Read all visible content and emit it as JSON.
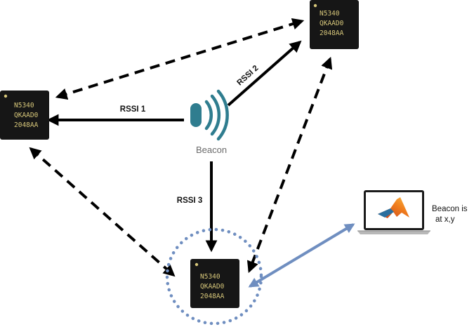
{
  "chips": [
    {
      "id": "chip-left",
      "lines": [
        "N5340",
        "QKAAD0",
        "2048AA"
      ]
    },
    {
      "id": "chip-top",
      "lines": [
        "N5340",
        "QKAAD0",
        "2048AA"
      ]
    },
    {
      "id": "chip-bottom",
      "lines": [
        "N5340",
        "QKAAD0",
        "2048AA"
      ]
    }
  ],
  "beacon": {
    "label": "Beacon",
    "icon": "bluetooth-beacon-icon",
    "color": "#2f7d8f"
  },
  "rssi_labels": [
    "RSSI 1",
    "RSSI 2",
    "RSSI 3"
  ],
  "laptop": {
    "icon": "matlab-laptop-icon",
    "note_lines": [
      "Beacon is",
      "at x,y"
    ]
  },
  "colors": {
    "arrow": "#000000",
    "link": "#6f8ec0",
    "chip": "#161616",
    "chip_text": "#d7c77a"
  }
}
